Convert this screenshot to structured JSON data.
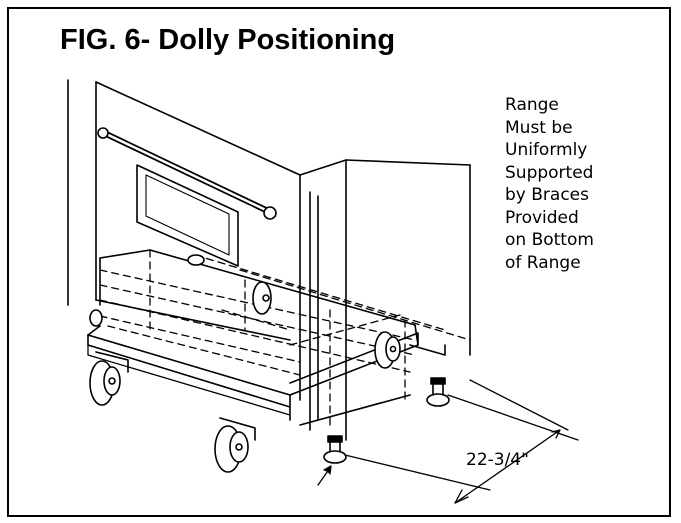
{
  "figure": {
    "title": "FIG. 6- Dolly Positioning",
    "note_lines": [
      "Range",
      "Must be",
      "Uniformly",
      "Supported",
      "by Braces",
      "Provided",
      "on Bottom",
      "of Range"
    ],
    "dimension": "22-3/4\""
  },
  "colors": {
    "ink": "#000000",
    "paper": "#ffffff"
  }
}
